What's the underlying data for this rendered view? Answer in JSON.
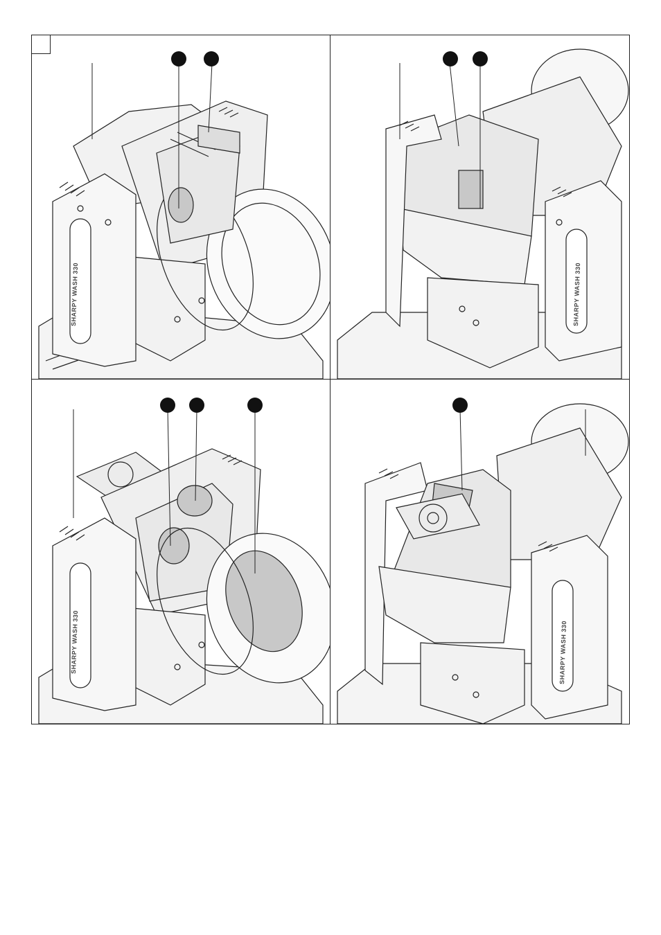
{
  "panels": [
    {
      "id": "top-left",
      "brand_text": "SHARPY WASH 330",
      "callout_count": 2
    },
    {
      "id": "top-right",
      "brand_text": "SHARPY WASH 330",
      "callout_count": 2
    },
    {
      "id": "bottom-left",
      "brand_text": "SHARPY WASH 330",
      "callout_count": 3
    },
    {
      "id": "bottom-right",
      "brand_text": "SHARPY WASH 330",
      "callout_count": 1
    }
  ],
  "colors": {
    "line": "#222222",
    "callout": "#111111",
    "fill_gray": "#c8c8c8",
    "fill_light": "#e6e6e6"
  },
  "icons": [
    "moving-head-fixture-illustration",
    "cooling-fan-icon",
    "lens-icon"
  ]
}
